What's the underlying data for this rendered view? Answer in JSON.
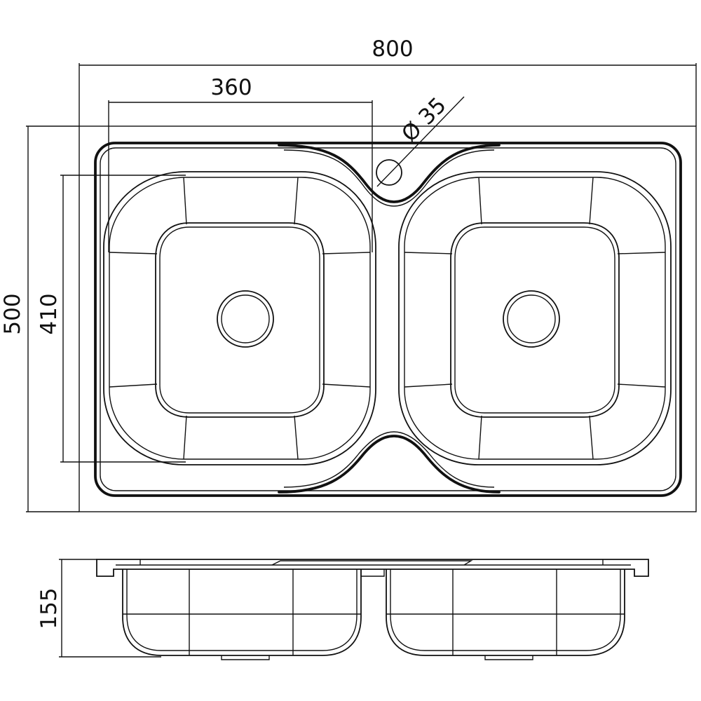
{
  "drawing": {
    "stroke_color": "#111111",
    "background": "#ffffff"
  },
  "dimensions": {
    "overall_width": "800",
    "bowl_width": "360",
    "tap_hole": "Ø 35",
    "overall_depth": "500",
    "bowl_depth": "410",
    "height": "155"
  }
}
